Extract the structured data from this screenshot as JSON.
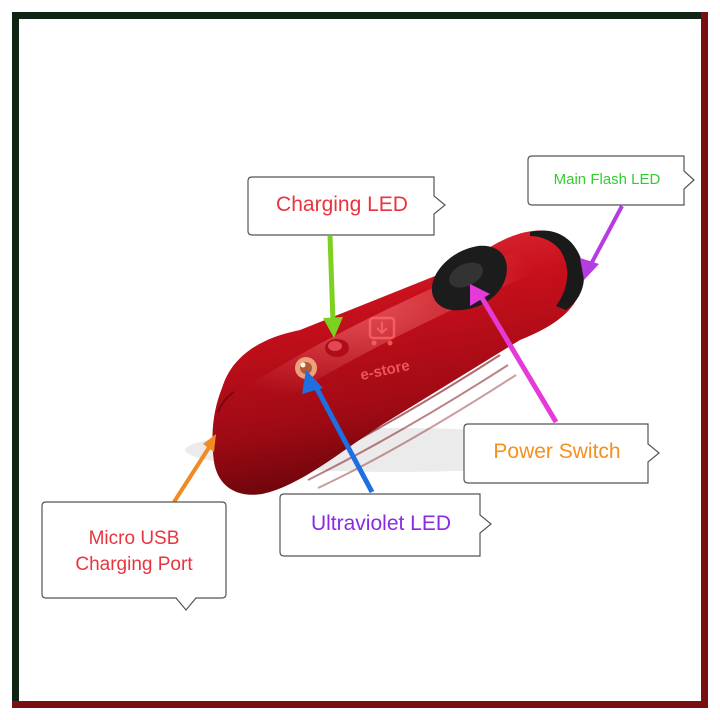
{
  "colors": {
    "frame_dark_green": "#0f2414",
    "frame_dark_red": "#7a0f12",
    "flashlight_red": "#c8101c",
    "charging_led": "#e8343f",
    "main_flash_led": "#33cc33",
    "power_switch": "#f5901e",
    "micro_usb": "#e8343f",
    "ultraviolet": "#8a2be2",
    "arrow_green": "#7cd11f",
    "arrow_purple": "#b43ce0",
    "arrow_magenta": "#e53ad8",
    "arrow_blue": "#1f6fe0",
    "arrow_orange": "#f08a24"
  },
  "labels": {
    "charging_led": "Charging LED",
    "main_flash_led": "Main Flash LED",
    "power_switch": "Power Switch",
    "micro_usb_line1": "Micro USB",
    "micro_usb_line2": "Charging Port",
    "ultraviolet_led": "Ultraviolet LED"
  },
  "watermark": {
    "text": "e-store"
  }
}
